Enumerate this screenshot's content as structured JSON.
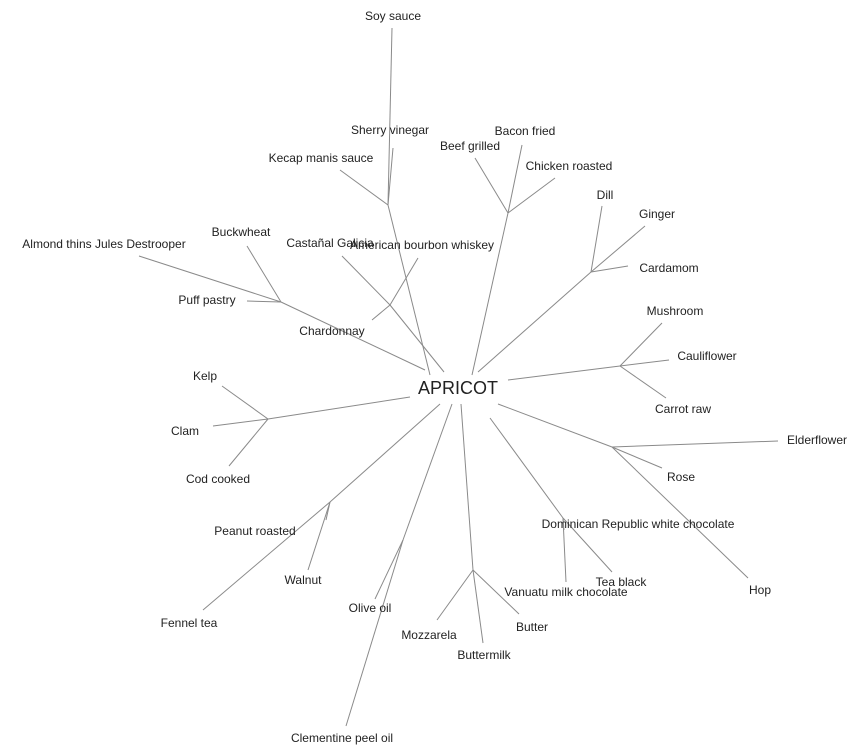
{
  "diagram": {
    "type": "radial-tree",
    "root": "APRICOT",
    "line_color": "#8a8a8a",
    "text_color": "#222222",
    "clusters": [
      {
        "id": "soy",
        "leaves": [
          "Soy sauce",
          "Sherry vinegar",
          "Kecap manis sauce"
        ]
      },
      {
        "id": "meat",
        "leaves": [
          "Bacon fried",
          "Beef grilled",
          "Chicken roasted"
        ]
      },
      {
        "id": "herbs",
        "leaves": [
          "Dill",
          "Ginger",
          "Cardamom"
        ]
      },
      {
        "id": "veg",
        "leaves": [
          "Mushroom",
          "Cauliflower",
          "Carrot raw"
        ]
      },
      {
        "id": "flower",
        "leaves": [
          "Elderflower",
          "Rose",
          "Hop"
        ]
      },
      {
        "id": "choc",
        "leaves": [
          "Dominican Republic white chocolate",
          "Vanuatu milk chocolate",
          "Tea black"
        ]
      },
      {
        "id": "dairy",
        "leaves": [
          "Mozzarela",
          "Butter",
          "Buttermilk"
        ]
      },
      {
        "id": "citrus",
        "leaves": [
          "Olive oil",
          "Clementine peel oil"
        ]
      },
      {
        "id": "nuts",
        "leaves": [
          "Peanut roasted",
          "Walnut",
          "Fennel tea"
        ]
      },
      {
        "id": "sea",
        "leaves": [
          "Kelp",
          "Clam",
          "Cod cooked"
        ]
      },
      {
        "id": "baked",
        "leaves": [
          "Buckwheat",
          "Almond thins Jules Destrooper",
          "Puff pastry"
        ]
      },
      {
        "id": "wine",
        "leaves": [
          "Castañal Galicia",
          "American bourbon whiskey",
          "Chardonnay"
        ]
      }
    ]
  }
}
